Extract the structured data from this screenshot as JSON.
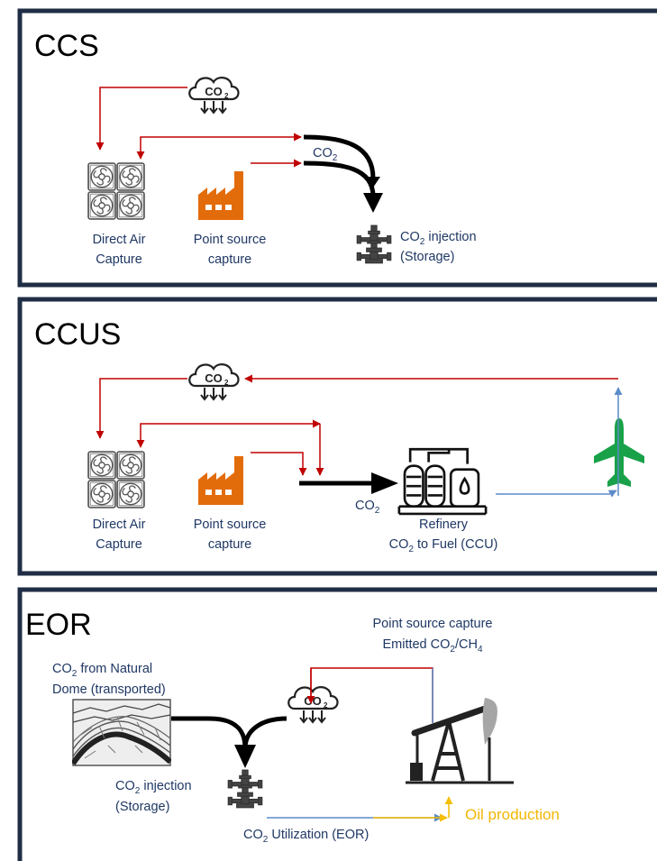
{
  "colors": {
    "frame": "#1f2d45",
    "red_arrow": "#c00000",
    "blue_arrow": "#5b8bc9",
    "yellow_arrow": "#f5be00",
    "factory": "#e36c0a",
    "plane": "#19a14a",
    "text": "#1f3864"
  },
  "ccs": {
    "title": "CCS",
    "co2_label": "CO",
    "co2_sub": "2",
    "dac_line1": "Direct Air",
    "dac_line2": "Capture",
    "ps_line1": "Point source",
    "ps_line2": "capture",
    "inj_pre": "CO",
    "inj_sub": "2",
    "inj_post": " injection",
    "inj_line2": "(Storage)"
  },
  "ccus": {
    "title": "CCUS",
    "co2_label": "CO",
    "co2_sub": "2",
    "dac_line1": "Direct Air",
    "dac_line2": "Capture",
    "ps_line1": "Point source",
    "ps_line2": "capture",
    "refinery_line1": "Refinery",
    "refinery_pre": "CO",
    "refinery_sub": "2",
    "refinery_post": " to Fuel (CCU)"
  },
  "eor": {
    "title": "EOR",
    "ps_line1": "Point source capture",
    "emitted_pre": "Emitted CO",
    "emitted_sub1": "2",
    "emitted_mid": "/CH",
    "emitted_sub2": "4",
    "dome_pre": "CO",
    "dome_sub": "2",
    "dome_post": " from Natural",
    "dome_line2": "Dome (transported)",
    "inj_pre": "CO",
    "inj_sub": "2",
    "inj_post": " injection",
    "inj_line2": "(Storage)",
    "util_pre": "CO",
    "util_sub": "2",
    "util_post": " Utilization (EOR)",
    "oil_label": "Oil production"
  },
  "icons": [
    "co2-cloud-icon",
    "dac-fan-icon",
    "factory-icon",
    "wellhead-icon",
    "refinery-icon",
    "airplane-icon",
    "natural-dome-icon",
    "pumpjack-icon"
  ]
}
